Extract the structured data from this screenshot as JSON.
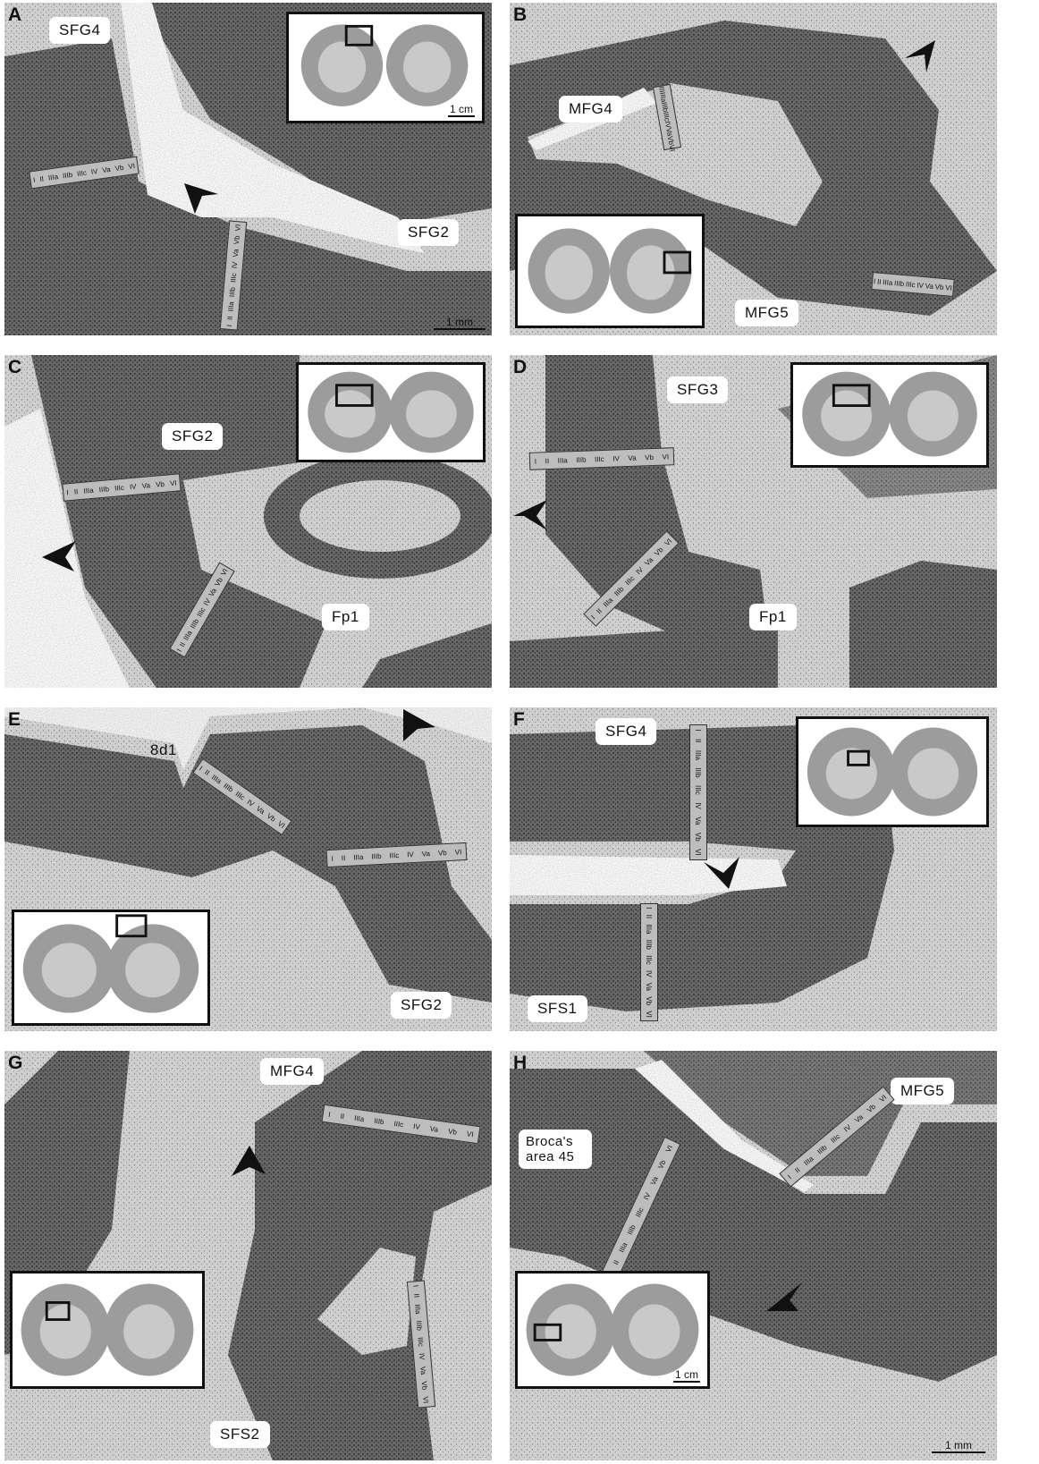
{
  "figure": {
    "panels": [
      {
        "letter": "A",
        "labels": [
          "SFG4",
          "SFG2"
        ],
        "inset_scale": "1 cm",
        "scale": "1 mm"
      },
      {
        "letter": "B",
        "labels": [
          "MFG4",
          "MFG5"
        ]
      },
      {
        "letter": "C",
        "labels": [
          "SFG2",
          "Fp1"
        ]
      },
      {
        "letter": "D",
        "labels": [
          "SFG3",
          "Fp1"
        ]
      },
      {
        "letter": "E",
        "labels": [
          "8d1",
          "SFG2"
        ]
      },
      {
        "letter": "F",
        "labels": [
          "SFG4",
          "SFS1"
        ]
      },
      {
        "letter": "G",
        "labels": [
          "MFG4",
          "SFS2"
        ]
      },
      {
        "letter": "H",
        "labels": [
          "MFG5",
          "Broca's area 45"
        ],
        "inset_scale": "1 cm",
        "scale": "1 mm"
      }
    ],
    "layer_labels": [
      "I",
      "II",
      "IIIa",
      "IIIb",
      "IIIc",
      "IV",
      "Va",
      "Vb",
      "VI"
    ]
  }
}
